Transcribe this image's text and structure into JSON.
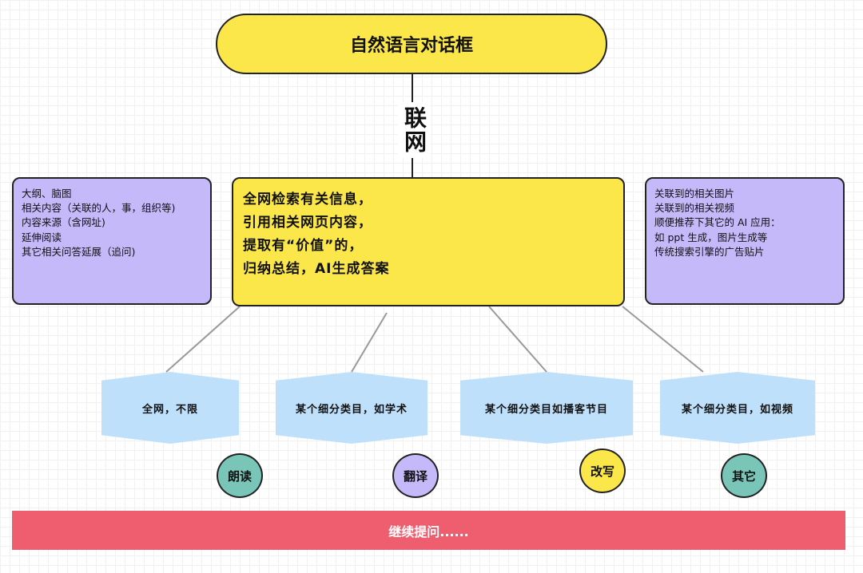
{
  "top_node": {
    "label": "自然语言对话框"
  },
  "connector_label": "联网",
  "center_node": {
    "lines": [
      "全网检索有关信息，",
      "引用相关网页内容，",
      "提取有“价值”的，",
      "归纳总结，AI生成答案"
    ]
  },
  "left_node": {
    "lines": [
      "大纲、脑图",
      "相关内容（关联的人，事，组织等)",
      "内容来源（含网址)",
      "延伸阅读",
      "其它相关问答延展（追问)"
    ]
  },
  "right_node": {
    "lines": [
      "关联到的相关图片",
      "关联到的相关视频",
      "顺便推荐下其它的 AI 应用：",
      "如 ppt 生成，图片生成等",
      "传统搜索引擎的广告贴片"
    ]
  },
  "categories": [
    "全网，不限",
    "某个细分类目，如学术",
    "某个细分类目如播客节目",
    "某个细分类目，如视频"
  ],
  "actions": [
    "朗读",
    "翻译",
    "改写",
    "其它"
  ],
  "bottom_bar": {
    "label": "继续提问......"
  },
  "colors": {
    "yellow": "#fbe74a",
    "purple": "#c6b9fa",
    "light_blue": "#bfe0fb",
    "teal": "#79c6b9",
    "red": "#ef5e6f"
  }
}
